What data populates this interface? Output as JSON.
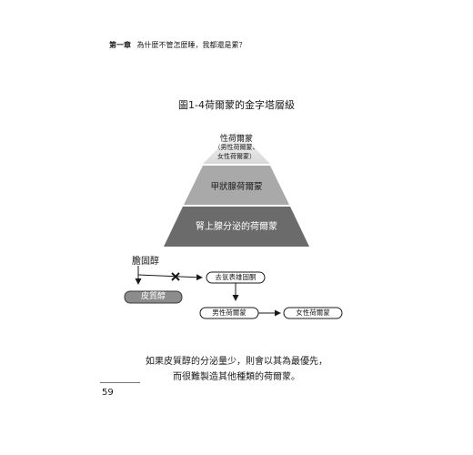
{
  "header": {
    "chapter": "第一章",
    "subtitle": "為什麼不管怎麼睡，我都還是累？"
  },
  "figure": {
    "title": "圖1-4荷爾蒙的金字塔層級",
    "pyramid": {
      "top": {
        "title": "性荷爾蒙",
        "note_line1": "（男性荷爾蒙、",
        "note_line2": "女性荷爾蒙）"
      },
      "middle": "甲狀腺荷爾蒙",
      "bottom": "腎上腺分泌的荷爾蒙"
    },
    "flow": {
      "cholesterol": "膽固醇",
      "cortisol": "皮質醇",
      "dhea": "去氫表雄固酮",
      "male_hormone": "男性荷爾蒙",
      "female_hormone": "女性荷爾蒙"
    }
  },
  "caption": {
    "line1": "如果皮質醇的分泌量少，則會以其為最優先，",
    "line2": "而很難製造其他種類的荷爾蒙。"
  },
  "page_number": "59",
  "colors": {
    "pyramid_top": "#e6e6e6",
    "pyramid_middle": "#a9a9a9",
    "pyramid_bottom": "#6a6a6a",
    "cortisol_box": "#8c8c8c"
  }
}
